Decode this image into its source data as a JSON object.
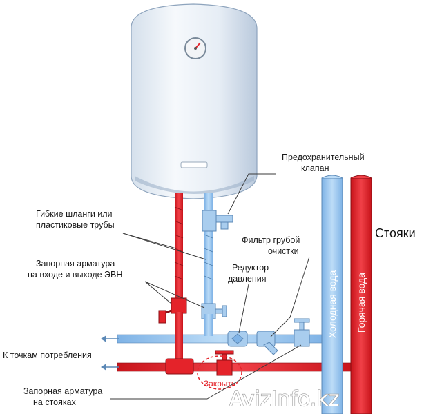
{
  "labels": {
    "valve": [
      "Предохранительный",
      "клапан"
    ],
    "hoses": [
      "Гибкие шланги или",
      "пластиковые трубы"
    ],
    "filter": [
      "Фильтр грубой",
      "очистки"
    ],
    "reducer": [
      "Редуктор",
      "давления"
    ],
    "valves_heater": [
      "Запорная арматура",
      "на входе и выходе ЭВН"
    ],
    "consumers": "К точкам потребления",
    "valves_risers": [
      "Запорная арматура",
      "на стояках"
    ],
    "risers": "Стояки",
    "cold_water": "Холодная вода",
    "hot_water": "Горячая вода",
    "close": "Закрыть",
    "watermark": "AvizInfo.kz"
  },
  "colors": {
    "cold_pipe": "#9cc8ef",
    "hot_pipe": "#e4232a",
    "tank": "#eef3f8",
    "tank_shade": "#c9d7e6"
  }
}
